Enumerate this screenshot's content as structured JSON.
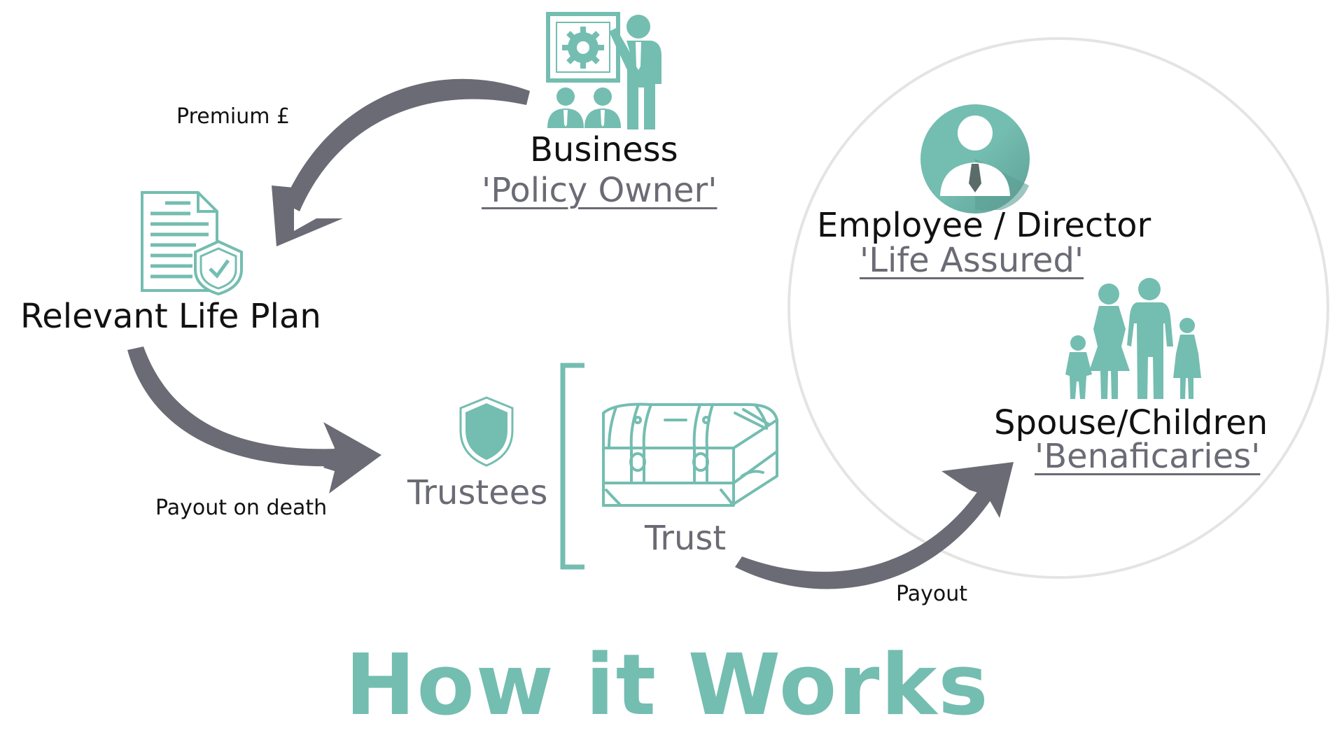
{
  "diagram": {
    "title": "How it Works",
    "colors": {
      "teal": "#74bdb1",
      "arrow": "#6b6b75",
      "text": "#111111",
      "circle": "#e3e5e3"
    },
    "nodes": {
      "business": {
        "name": "Business",
        "role": "'Policy Owner'",
        "icon": "presentation-icon"
      },
      "plan": {
        "name": "Relevant Life Plan",
        "icon": "policy-document-shield-icon"
      },
      "trustees": {
        "name": "Trustees",
        "icon": "shield-icon"
      },
      "trust": {
        "name": "Trust",
        "icon": "treasure-chest-icon"
      },
      "employee": {
        "name": "Employee / Director",
        "role": "'Life Assured'",
        "icon": "person-avatar-icon"
      },
      "family": {
        "name": "Spouse/Children",
        "role": "'Benaficaries'",
        "icon": "family-icon"
      }
    },
    "arrows": {
      "premium": {
        "label": "Premium £"
      },
      "payout_death": {
        "label": "Payout on death"
      },
      "payout": {
        "label": "Payout"
      }
    }
  }
}
